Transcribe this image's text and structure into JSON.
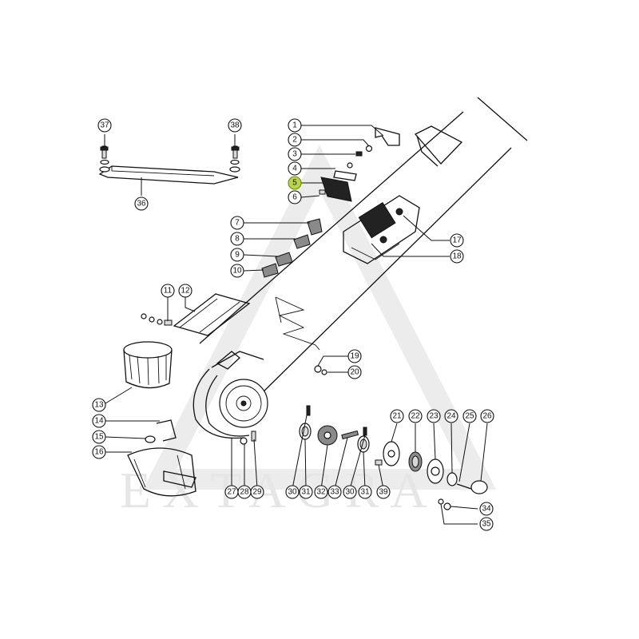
{
  "watermark": {
    "text": "EXTAGRA",
    "color": "#e6e6e6"
  },
  "highlight_color": "#b7d44a",
  "callouts": [
    {
      "id": "c1",
      "label": "1"
    },
    {
      "id": "c2",
      "label": "2"
    },
    {
      "id": "c3",
      "label": "3"
    },
    {
      "id": "c4",
      "label": "4"
    },
    {
      "id": "c5",
      "label": "5",
      "highlight": true
    },
    {
      "id": "c6",
      "label": "6"
    },
    {
      "id": "c7",
      "label": "7"
    },
    {
      "id": "c8",
      "label": "8"
    },
    {
      "id": "c9",
      "label": "9"
    },
    {
      "id": "c10",
      "label": "10"
    },
    {
      "id": "c11",
      "label": "11"
    },
    {
      "id": "c12",
      "label": "12"
    },
    {
      "id": "c13",
      "label": "13"
    },
    {
      "id": "c14",
      "label": "14"
    },
    {
      "id": "c15",
      "label": "15"
    },
    {
      "id": "c16",
      "label": "16"
    },
    {
      "id": "c17",
      "label": "17"
    },
    {
      "id": "c18",
      "label": "18"
    },
    {
      "id": "c19",
      "label": "19"
    },
    {
      "id": "c20",
      "label": "20"
    },
    {
      "id": "c21",
      "label": "21"
    },
    {
      "id": "c22",
      "label": "22"
    },
    {
      "id": "c23",
      "label": "23"
    },
    {
      "id": "c24",
      "label": "24"
    },
    {
      "id": "c25",
      "label": "25"
    },
    {
      "id": "c26",
      "label": "26"
    },
    {
      "id": "c27",
      "label": "27"
    },
    {
      "id": "c28",
      "label": "28"
    },
    {
      "id": "c29",
      "label": "29"
    },
    {
      "id": "c30a",
      "label": "30"
    },
    {
      "id": "c31a",
      "label": "31"
    },
    {
      "id": "c32",
      "label": "32"
    },
    {
      "id": "c33",
      "label": "33"
    },
    {
      "id": "c30b",
      "label": "30"
    },
    {
      "id": "c31b",
      "label": "31"
    },
    {
      "id": "c39",
      "label": "39"
    },
    {
      "id": "c34",
      "label": "34"
    },
    {
      "id": "c35",
      "label": "35"
    },
    {
      "id": "c36",
      "label": "36"
    },
    {
      "id": "c37",
      "label": "37"
    },
    {
      "id": "c38",
      "label": "38"
    }
  ]
}
